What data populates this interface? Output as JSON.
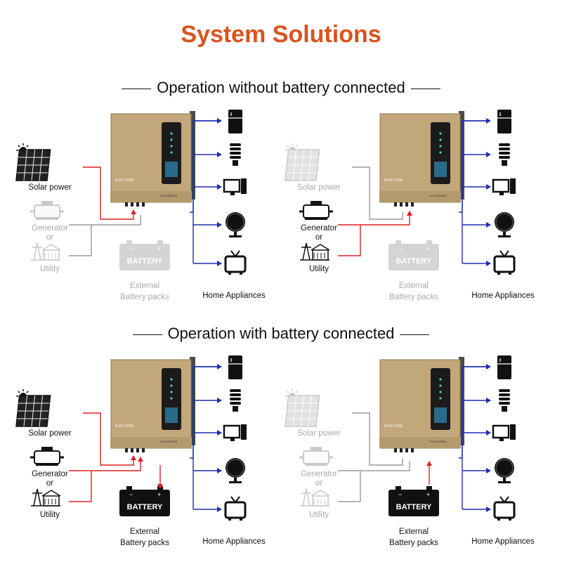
{
  "title": "System Solutions",
  "sections": [
    {
      "heading": "Operation without battery connected"
    },
    {
      "heading": "Operation with battery connected"
    }
  ],
  "labels": {
    "solar": "Solar power",
    "generator": "Generator",
    "or": "or",
    "utility": "Utility",
    "battery": "BATTERY",
    "external_1": "External",
    "external_2": "Battery packs",
    "appliances": "Home Appliances",
    "inverter_model": "EVO-7200",
    "inverter_series": "EVO SERIES"
  },
  "scenarios": [
    {
      "id": "no-battery-solar",
      "solar": "active",
      "grid": "inactive",
      "battery": "inactive",
      "battery_line": "none"
    },
    {
      "id": "no-battery-grid",
      "solar": "inactive",
      "grid": "active",
      "battery": "inactive",
      "battery_line": "none"
    },
    {
      "id": "battery-all-sources",
      "solar": "active",
      "grid": "active",
      "battery": "active",
      "battery_line": "charge"
    },
    {
      "id": "battery-only",
      "solar": "inactive",
      "grid": "inactive",
      "battery": "active",
      "battery_line": "discharge"
    }
  ],
  "appliances": [
    "fridge-icon",
    "lightbulb-icon",
    "computer-icon",
    "fan-icon",
    "tv-icon"
  ],
  "colors": {
    "title": "#d9531e",
    "active_line": "#e02020",
    "inactive_line": "#9a9a9a",
    "output_line": "#1f2fb0",
    "inverter_body": "#c2a77a",
    "faded": "#c9c9c9"
  }
}
